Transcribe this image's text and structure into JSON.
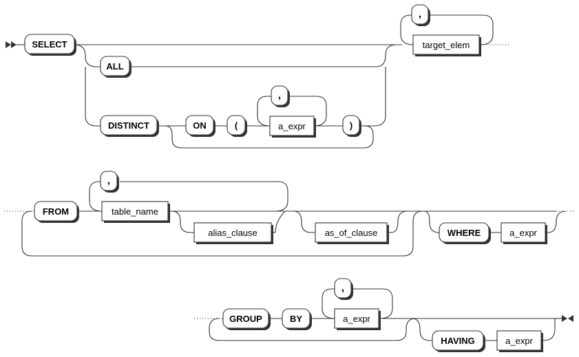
{
  "diagram": {
    "keywords": {
      "select": "SELECT",
      "all": "ALL",
      "distinct": "DISTINCT",
      "on": "ON",
      "lparen": "(",
      "rparen": ")",
      "from": "FROM",
      "where": "WHERE",
      "group": "GROUP",
      "by": "BY",
      "having": "HAVING",
      "comma": ","
    },
    "nonterminals": {
      "target_elem": "target_elem",
      "a_expr": "a_expr",
      "table_name": "table_name",
      "alias_clause": "alias_clause",
      "as_of_clause": "as_of_clause"
    }
  }
}
